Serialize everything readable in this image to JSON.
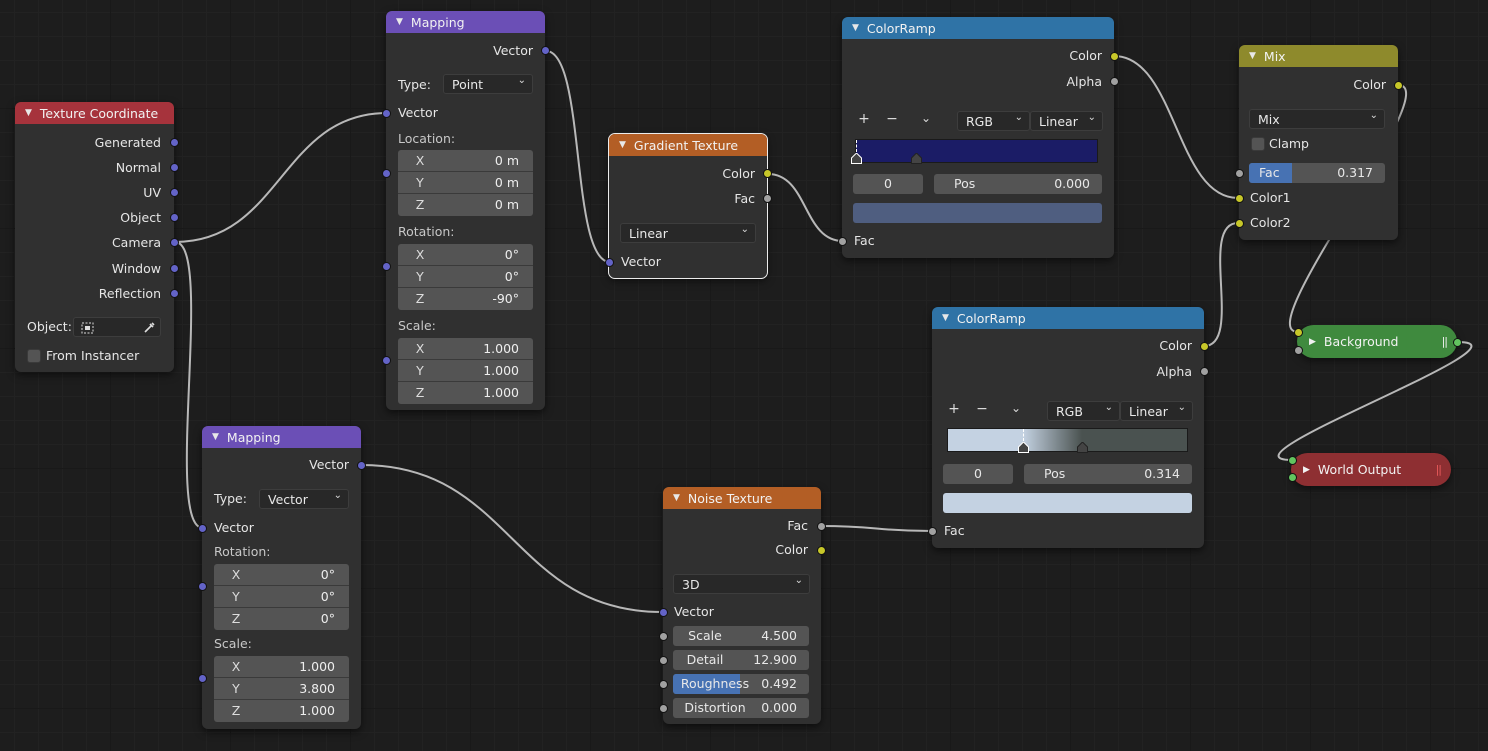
{
  "nodes": {
    "texcoord": {
      "title": "Texture Coordinate",
      "outputs": [
        "Generated",
        "Normal",
        "UV",
        "Object",
        "Camera",
        "Window",
        "Reflection"
      ],
      "object_label": "Object:",
      "from_instancer": "From Instancer"
    },
    "mapping1": {
      "title": "Mapping",
      "output": "Vector",
      "type_label": "Type:",
      "type_value": "Point",
      "input_vector": "Vector",
      "location_label": "Location:",
      "location": [
        {
          "axis": "X",
          "value": "0 m"
        },
        {
          "axis": "Y",
          "value": "0 m"
        },
        {
          "axis": "Z",
          "value": "0 m"
        }
      ],
      "rotation_label": "Rotation:",
      "rotation": [
        {
          "axis": "X",
          "value": "0°"
        },
        {
          "axis": "Y",
          "value": "0°"
        },
        {
          "axis": "Z",
          "value": "-90°"
        }
      ],
      "scale_label": "Scale:",
      "scale": [
        {
          "axis": "X",
          "value": "1.000"
        },
        {
          "axis": "Y",
          "value": "1.000"
        },
        {
          "axis": "Z",
          "value": "1.000"
        }
      ]
    },
    "mapping2": {
      "title": "Mapping",
      "output": "Vector",
      "type_label": "Type:",
      "type_value": "Vector",
      "input_vector": "Vector",
      "rotation_label": "Rotation:",
      "rotation": [
        {
          "axis": "X",
          "value": "0°"
        },
        {
          "axis": "Y",
          "value": "0°"
        },
        {
          "axis": "Z",
          "value": "0°"
        }
      ],
      "scale_label": "Scale:",
      "scale": [
        {
          "axis": "X",
          "value": "1.000"
        },
        {
          "axis": "Y",
          "value": "3.800"
        },
        {
          "axis": "Z",
          "value": "1.000"
        }
      ]
    },
    "gradient": {
      "title": "Gradient Texture",
      "out_color": "Color",
      "out_fac": "Fac",
      "type_value": "Linear",
      "input_vector": "Vector"
    },
    "colorramp1": {
      "title": "ColorRamp",
      "out_color": "Color",
      "out_alpha": "Alpha",
      "add": "+",
      "remove": "−",
      "color_mode": "RGB",
      "interpolation": "Linear",
      "stop_index": "0",
      "pos_label": "Pos",
      "pos_value": "0.000",
      "input_fac": "Fac",
      "stops": [
        0.0,
        0.25
      ],
      "gradient_colors": [
        "#1b1c66",
        "#1b1c66"
      ],
      "swatch_color": "#4f5e80"
    },
    "colorramp2": {
      "title": "ColorRamp",
      "out_color": "Color",
      "out_alpha": "Alpha",
      "add": "+",
      "remove": "−",
      "color_mode": "RGB",
      "interpolation": "Linear",
      "stop_index": "0",
      "pos_label": "Pos",
      "pos_value": "0.314",
      "input_fac": "Fac",
      "stops": [
        0.314,
        0.56
      ],
      "gradient_colors": [
        "#c4d2e2",
        "#4a5250"
      ],
      "swatch_color": "#c4d2e2"
    },
    "mix": {
      "title": "Mix",
      "out_color": "Color",
      "blend_type": "Mix",
      "clamp": "Clamp",
      "fac_label": "Fac",
      "fac_value": "0.317",
      "fac_fraction": 0.317,
      "color1": "Color1",
      "color2": "Color2"
    },
    "noise": {
      "title": "Noise Texture",
      "out_fac": "Fac",
      "out_color": "Color",
      "dimensions": "3D",
      "input_vector": "Vector",
      "params": [
        {
          "label": "Scale",
          "value": "4.500",
          "fill": 0
        },
        {
          "label": "Detail",
          "value": "12.900",
          "fill": 0
        },
        {
          "label": "Roughness",
          "value": "0.492",
          "fill": 0.492
        },
        {
          "label": "Distortion",
          "value": "0.000",
          "fill": 0
        }
      ]
    },
    "background": {
      "title": "Background"
    },
    "world_output": {
      "title": "World Output"
    }
  },
  "colors": {
    "vector_socket": "#6363c7",
    "color_socket": "#c7c729",
    "float_socket": "#a1a1a1",
    "shader_socket": "#62c45f",
    "wire": "#b8b8b8"
  }
}
